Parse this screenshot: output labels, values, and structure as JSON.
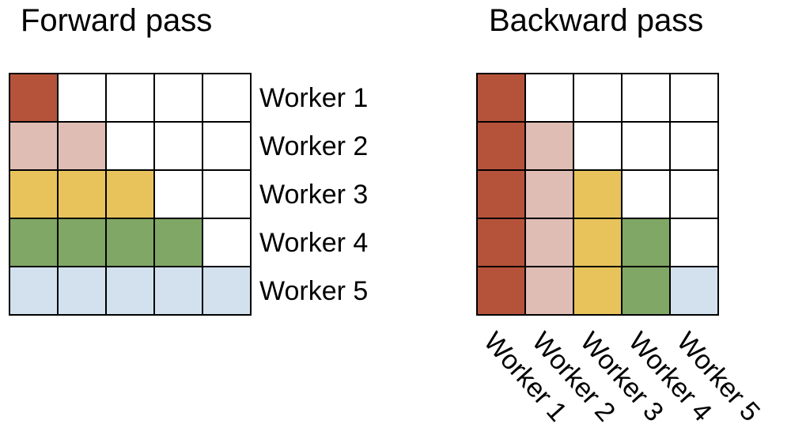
{
  "forward": {
    "title": "Forward pass",
    "rows": [
      {
        "label": "Worker 1",
        "filled": 1
      },
      {
        "label": "Worker 2",
        "filled": 2
      },
      {
        "label": "Worker 3",
        "filled": 3
      },
      {
        "label": "Worker 4",
        "filled": 4
      },
      {
        "label": "Worker 5",
        "filled": 5
      }
    ]
  },
  "backward": {
    "title": "Backward pass",
    "columns": [
      {
        "label": "Worker 1"
      },
      {
        "label": "Worker 2"
      },
      {
        "label": "Worker 3"
      },
      {
        "label": "Worker 4"
      },
      {
        "label": "Worker 5"
      }
    ]
  },
  "colors": {
    "worker_1": "#b5533a",
    "worker_2": "#dfbdb5",
    "worker_3": "#e8c35c",
    "worker_4": "#80a765",
    "worker_5": "#d3e1ee",
    "empty": "#ffffff",
    "grid_line": "#000000"
  }
}
